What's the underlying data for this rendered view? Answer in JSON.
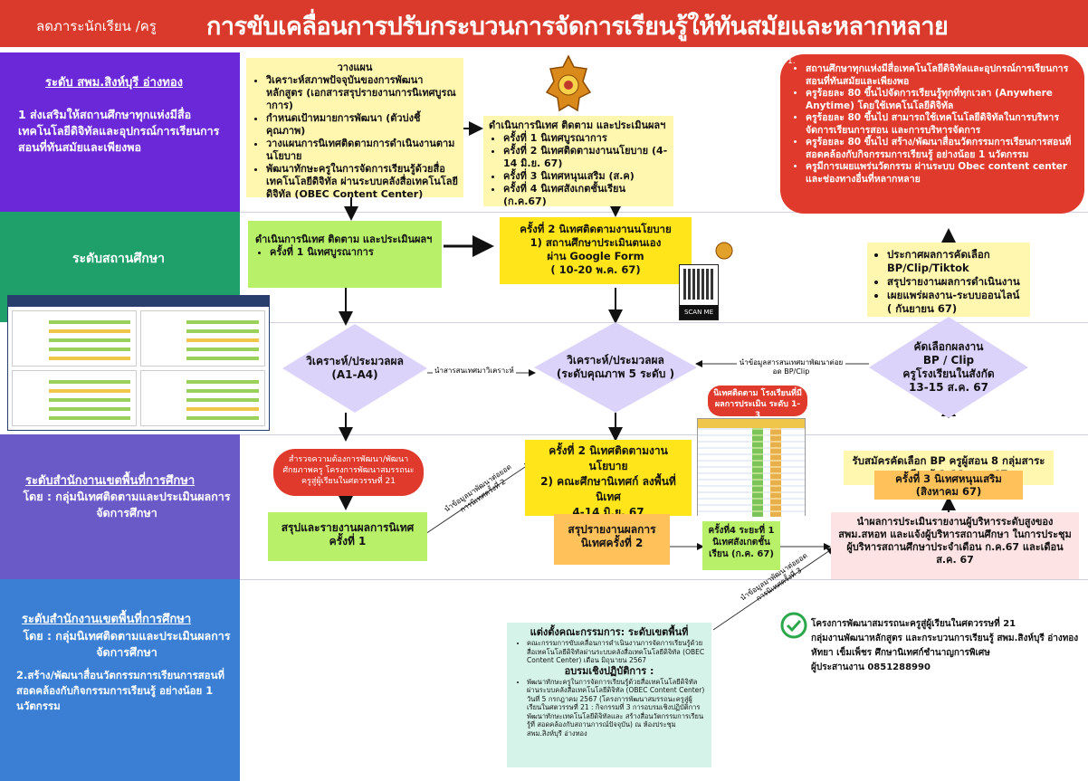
{
  "header": {
    "subtitle": "ลดภาระนักเรียน /ครู",
    "title": "การขับเคลื่อนการปรับกระบวนการจัดการเรียนรู้ให้ทันสมัยและหลากหลาย"
  },
  "levels": {
    "l1": {
      "title": "ระดับ สพม.สิงห์บุรี อ่างทอง",
      "desc": "1 ส่งเสริมให้สถานศึกษาทุกแห่งมีสื่อเทคโนโลยีดิจิทัลและอุปกรณ์การเรียนการสอนที่ทันสมัยและเพียงพอ"
    },
    "l2": {
      "title": "ระดับสถานศึกษา"
    },
    "l4": {
      "title": "ระดับสำนักงานเขตพื้นที่การศึกษา",
      "desc": "โดย : กลุ่มนิเทศติดตามและประเมินผลการจัดการศึกษา"
    },
    "l5": {
      "title": "ระดับสำนักงานเขตพื้นที่การศึกษา",
      "desc": "โดย : กลุ่มนิเทศติดตามและประเมินผลการจัดการศึกษา",
      "desc2": "2.สร้าง/พัฒนาสื่อนวัตกรรมการเรียนการสอนที่สอดคล้องกับกิจกรรมการเรียนรู้ อย่างน้อย 1 นวัตกรรม"
    }
  },
  "plan": {
    "title": "วางแผน",
    "items": [
      "วิเคราะห์สภาพปัจจุบันของการพัฒนาหลักสูตร (เอกสารสรุปรายงานการนิเทศบูรณาการ)",
      "กำหนดเป้าหมายการพัฒนา (ตัวบ่งชี้คุณภาพ)",
      "วางแผนการนิเทศติดตามการดำเนินงานตามนโยบาย",
      "พัฒนาทักษะครูในการจัดการเรียนรู้ด้วยสื่อเทคโนโลยีดิจิทัล ผ่านระบบคลังสื่อเทคโนโลยีดิจิทัล (OBEC Content Center)"
    ]
  },
  "supervision": {
    "title": "ดำเนินการนิเทศ ติดตาม และประเมินผลฯ",
    "items": [
      "ครั้งที่ 1 นิเทศบูรณาการ",
      "ครั้งที่ 2 นิเทศติดตามงานนโยบาย (4-14 มิ.ย. 67)",
      "ครั้งที่ 3 นิเทศหนุนเสริม (ส.ค)",
      "ครั้งที่ 4 นิเทศสังเกตชั้นเรียน (ก.ค.67)"
    ]
  },
  "goals": {
    "marker": "1.",
    "items": [
      "สถานศึกษาทุกแห่งมีสื่อเทคโนโลยีดิจิทัลและอุปกรณ์การเรียนการสอนที่ทันสมัยและเพียงพอ",
      "ครูร้อยละ 80 ขึ้นไปจัดการเรียนรู้ทุกที่ทุกเวลา (Anywhere Anytime) โดยใช้เทคโนโลยีดิจิทัล",
      "ครูร้อยละ 80 ขึ้นไป สามารถใช้เทคโนโลยีดิจิทัลในการบริหารจัดการเรียนการสอน และการบริหารจัดการ",
      "ครูร้อยละ 80 ขึ้นไป สร้าง/พัฒนาสื่อนวัตกรรมการเรียนการสอนที่สอดคล้องกับกิจกรรมการเรียนรู้ อย่างน้อย 1 นวัตกรรม",
      "ครูมีการเผยแพร่นวัตกรรม ผ่านระบบ Obec content center และช่องทางอื่นที่หลากหลาย"
    ]
  },
  "school": {
    "g1_title": "ดำเนินการนิเทศ ติดตาม และประเมินผลฯ",
    "g1_item": "ครั้งที่ 1 นิเทศบูรณาการ",
    "y2_l1": "ครั้งที่ 2 นิเทศติดตามงานนโยบาย",
    "y2_l2": "1) สถานศึกษาประเมินตนเอง",
    "y2_l3": "ผ่าน Google Form",
    "y2_l4": "( 10-20 พ.ค. 67)",
    "qr_caption": "SCAN ME",
    "publish": [
      "ประกาศผลการคัดเลือก BP/Clip/Tiktok",
      "สรุปรายงานผลการดำเนินงาน",
      "เผยแพร่ผลงาน-ระบบออนไลน์ ( กันยายน 67)"
    ]
  },
  "diamonds": {
    "d1": [
      "วิเคราะห์/ประมวลผล",
      "(A1-A4)"
    ],
    "d2": [
      "วิเคราะห์/ประมวลผล",
      "(ระดับคุณภาพ 5 ระดับ )"
    ],
    "d3": [
      "คัดเลือกผลงาน",
      "BP / Clip",
      "ครูโรงเรียนในสังกัด",
      "13-15 ส.ค. 67"
    ]
  },
  "connectors": {
    "c1": "นำสารสนเทศมาวิเคราะห์",
    "c2": "นำข้อมูลสารสนเทศมาพัฒนาต่อยอด BP/Clip",
    "c3": "นำข้อมูลมาพัฒนาต่อยอดการนิเทศครั้งที่ 2",
    "c4": "นำข้อมูลมาพัฒนาต่อยอดการนิเทศครั้งที่ 3"
  },
  "district": {
    "red_oval": "สำรวจความต้องการพัฒนา/พัฒนาศักยภาพครู โครงการพัฒนาสมรรถนะครูสู่ผู้เรียนในศตวรรษที่ 21",
    "summary1": "สรุปและรายงานผลการนิเทศครั้งที่ 1",
    "y3_l1": "ครั้งที่ 2 นิเทศติดตามงานนโยบาย",
    "y3_l2": "2) คณะศึกษานิเทศก์ ลงพื้นที่นิเทศ",
    "y3_l3": "4-14 มิ.ย. 67",
    "summary2": "สรุปรายงานผลการนิเทศครั้งที่ 2",
    "visit4": "ครั้งที่4 ระยะที่ 1 นิเทศสังเกตชั้นเรียน (ก.ค. 67)",
    "red_label": "นิเทศติดตาม โรงเรียนที่มีผลการประเมิน ระดับ 1-3",
    "apply": "รับสมัครคัดเลือก BP ครูผู้สอน 8 กลุ่มสาระการเรียนรู้ 1-13 ส.ค. 67",
    "visit3": "ครั้งที่ 3 นิเทศหนุนเสริม (สิงหาคม 67)",
    "report": "นำผลการประเมินรายงานผู้บริหารระดับสูงของ สพม.สหอท และแจ้งผู้บริหารสถานศึกษา ในการประชุมผู้บริหารสถานศึกษาประจำเดือน ก.ค.67 และเดือน ส.ค. 67"
  },
  "committee": {
    "title": "แต่งตั้งคณะกรรมการ: ระดับเขตพื้นที่",
    "item1": "คณะกรรมการขับเคลื่อนการดำเนินงานการจัดการเรียนรู้ด้วยสื่อเทคโนโลยีดิจิทัลผ่านระบบคลังสื่อเทคโนโลยีดิจิทัล (OBEC Content Center) เดือน มิถุนายน 2567",
    "train_title": "อบรมเชิงปฏิบัติการ :",
    "item2": "พัฒนาทักษะครูในการจัดการเรียนรู้ด้วยสื่อเทคโนโลยีดิจิทัลผ่านระบบคลังสื่อเทคโนโลยีดิจิทัล (OBEC Content Center) วันที่ 5 กรกฎาคม 2567 (โครงการพัฒนาสมรรถนะครูสู่ผู้เรียนในศตวรรษที่ 21 : กิจกรรมที่ 3 การอบรมเชิงปฏิบัติการพัฒนาทักษะเทคโนโลยีดิจิทัลและ สร้างสื่อนวัตกรรมการเรียนรู้ที่ สอดคล้องกับสถานการณ์ปัจจุบัน) ณ ห้องประชุม สพม.สิงห์บุรี อ่างทอง"
  },
  "project": {
    "l1": "โครงการพัฒนาสมรรถนะครูสู่ผู้เรียนในศตวรรษที่ 21",
    "l2": "กลุ่มงานพัฒนาหลักสูตร และกระบวนการเรียนรู้ สพม.สิงห์บุรี อ่างทอง",
    "l3": "หัทยา เข็มเพ็ชร ศึกษานิเทศก์ชำนาญการพิเศษ",
    "l4": "ผู้ประสานงาน 0851288990"
  },
  "colors": {
    "header": "#d93a2b",
    "band1": "#6a28d8",
    "band2": "#1fa06a",
    "band4": "#6a5ac8",
    "band5": "#3b7fd4",
    "diamond": "#dcd3fb"
  }
}
